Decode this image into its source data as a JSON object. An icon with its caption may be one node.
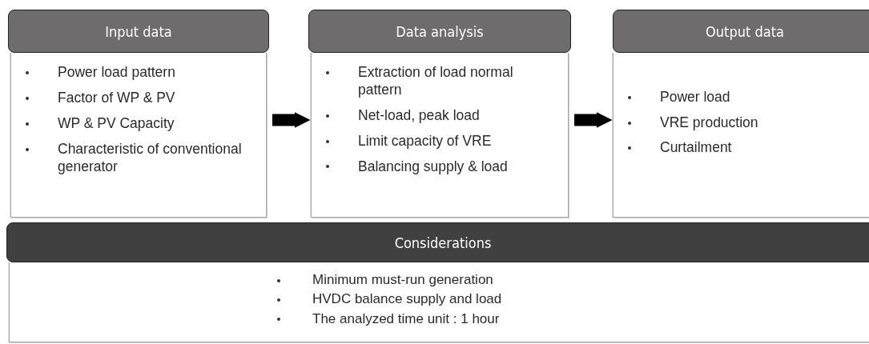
{
  "diagram": {
    "nodes": [
      {
        "text": [
          "Input data",
          "Power load pattern",
          "Factor of WP & PV",
          "WP & PV Capacity",
          "Characteristic of conventional generator"
        ]
      },
      {
        "text": [
          "Data analysis",
          "Extraction of load normal pattern",
          "Net-load, peak load",
          "Limit capacity of VRE",
          "Balancing supply & load"
        ]
      },
      {
        "text": [
          "Output data",
          "Power load",
          "VRE production",
          "Curtailment"
        ]
      },
      {
        "text": [
          "Considerations",
          "Minimum must-run generation",
          "HVDC balance supply and load",
          "The analyzed time unit : 1 hour"
        ]
      }
    ],
    "edges": [
      {
        "from": 0,
        "to": 1,
        "arrow": "to"
      },
      {
        "from": 1,
        "to": 2,
        "arrow": "to"
      }
    ]
  }
}
